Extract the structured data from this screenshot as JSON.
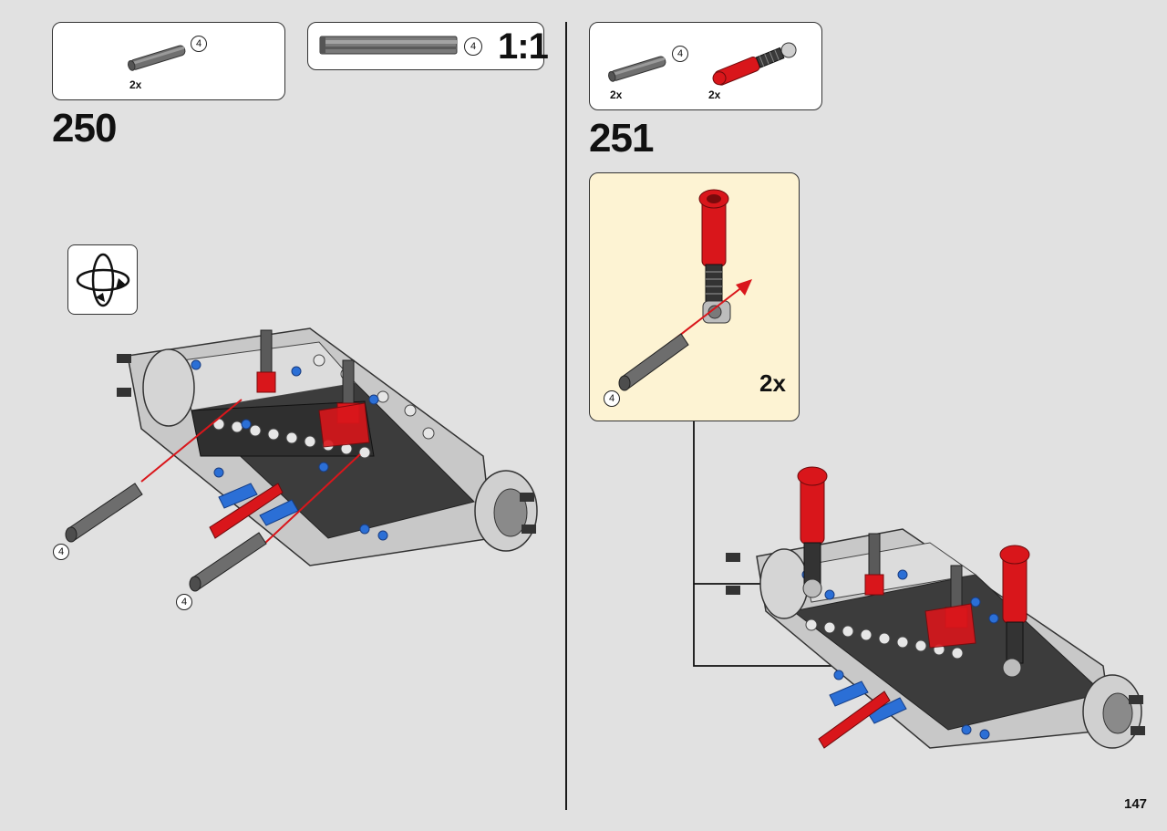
{
  "steps": {
    "s250": {
      "number": "250",
      "parts": [
        {
          "qty": "2x",
          "length": "4",
          "icon": "axle-4-grey-icon"
        }
      ],
      "scale_box": {
        "length": "4",
        "scale": "1:1"
      },
      "callouts": [
        {
          "length": "4"
        },
        {
          "length": "4"
        }
      ],
      "rotate_icon": "rotate-model-icon"
    },
    "s251": {
      "number": "251",
      "parts": [
        {
          "qty": "2x",
          "length": "4",
          "icon": "axle-4-grey-icon"
        },
        {
          "qty": "2x",
          "icon": "red-shock-absorber-icon"
        }
      ],
      "subassembly": {
        "multiplier": "2x",
        "length": "4"
      }
    }
  },
  "page_number": "147",
  "colors": {
    "background": "#e1e1e1",
    "submodel_bg": "#fdf3d3",
    "red": "#d9161b",
    "blue": "#2b6fd6",
    "dark_grey": "#3a3a3a",
    "light_grey": "#bcbcbc"
  }
}
